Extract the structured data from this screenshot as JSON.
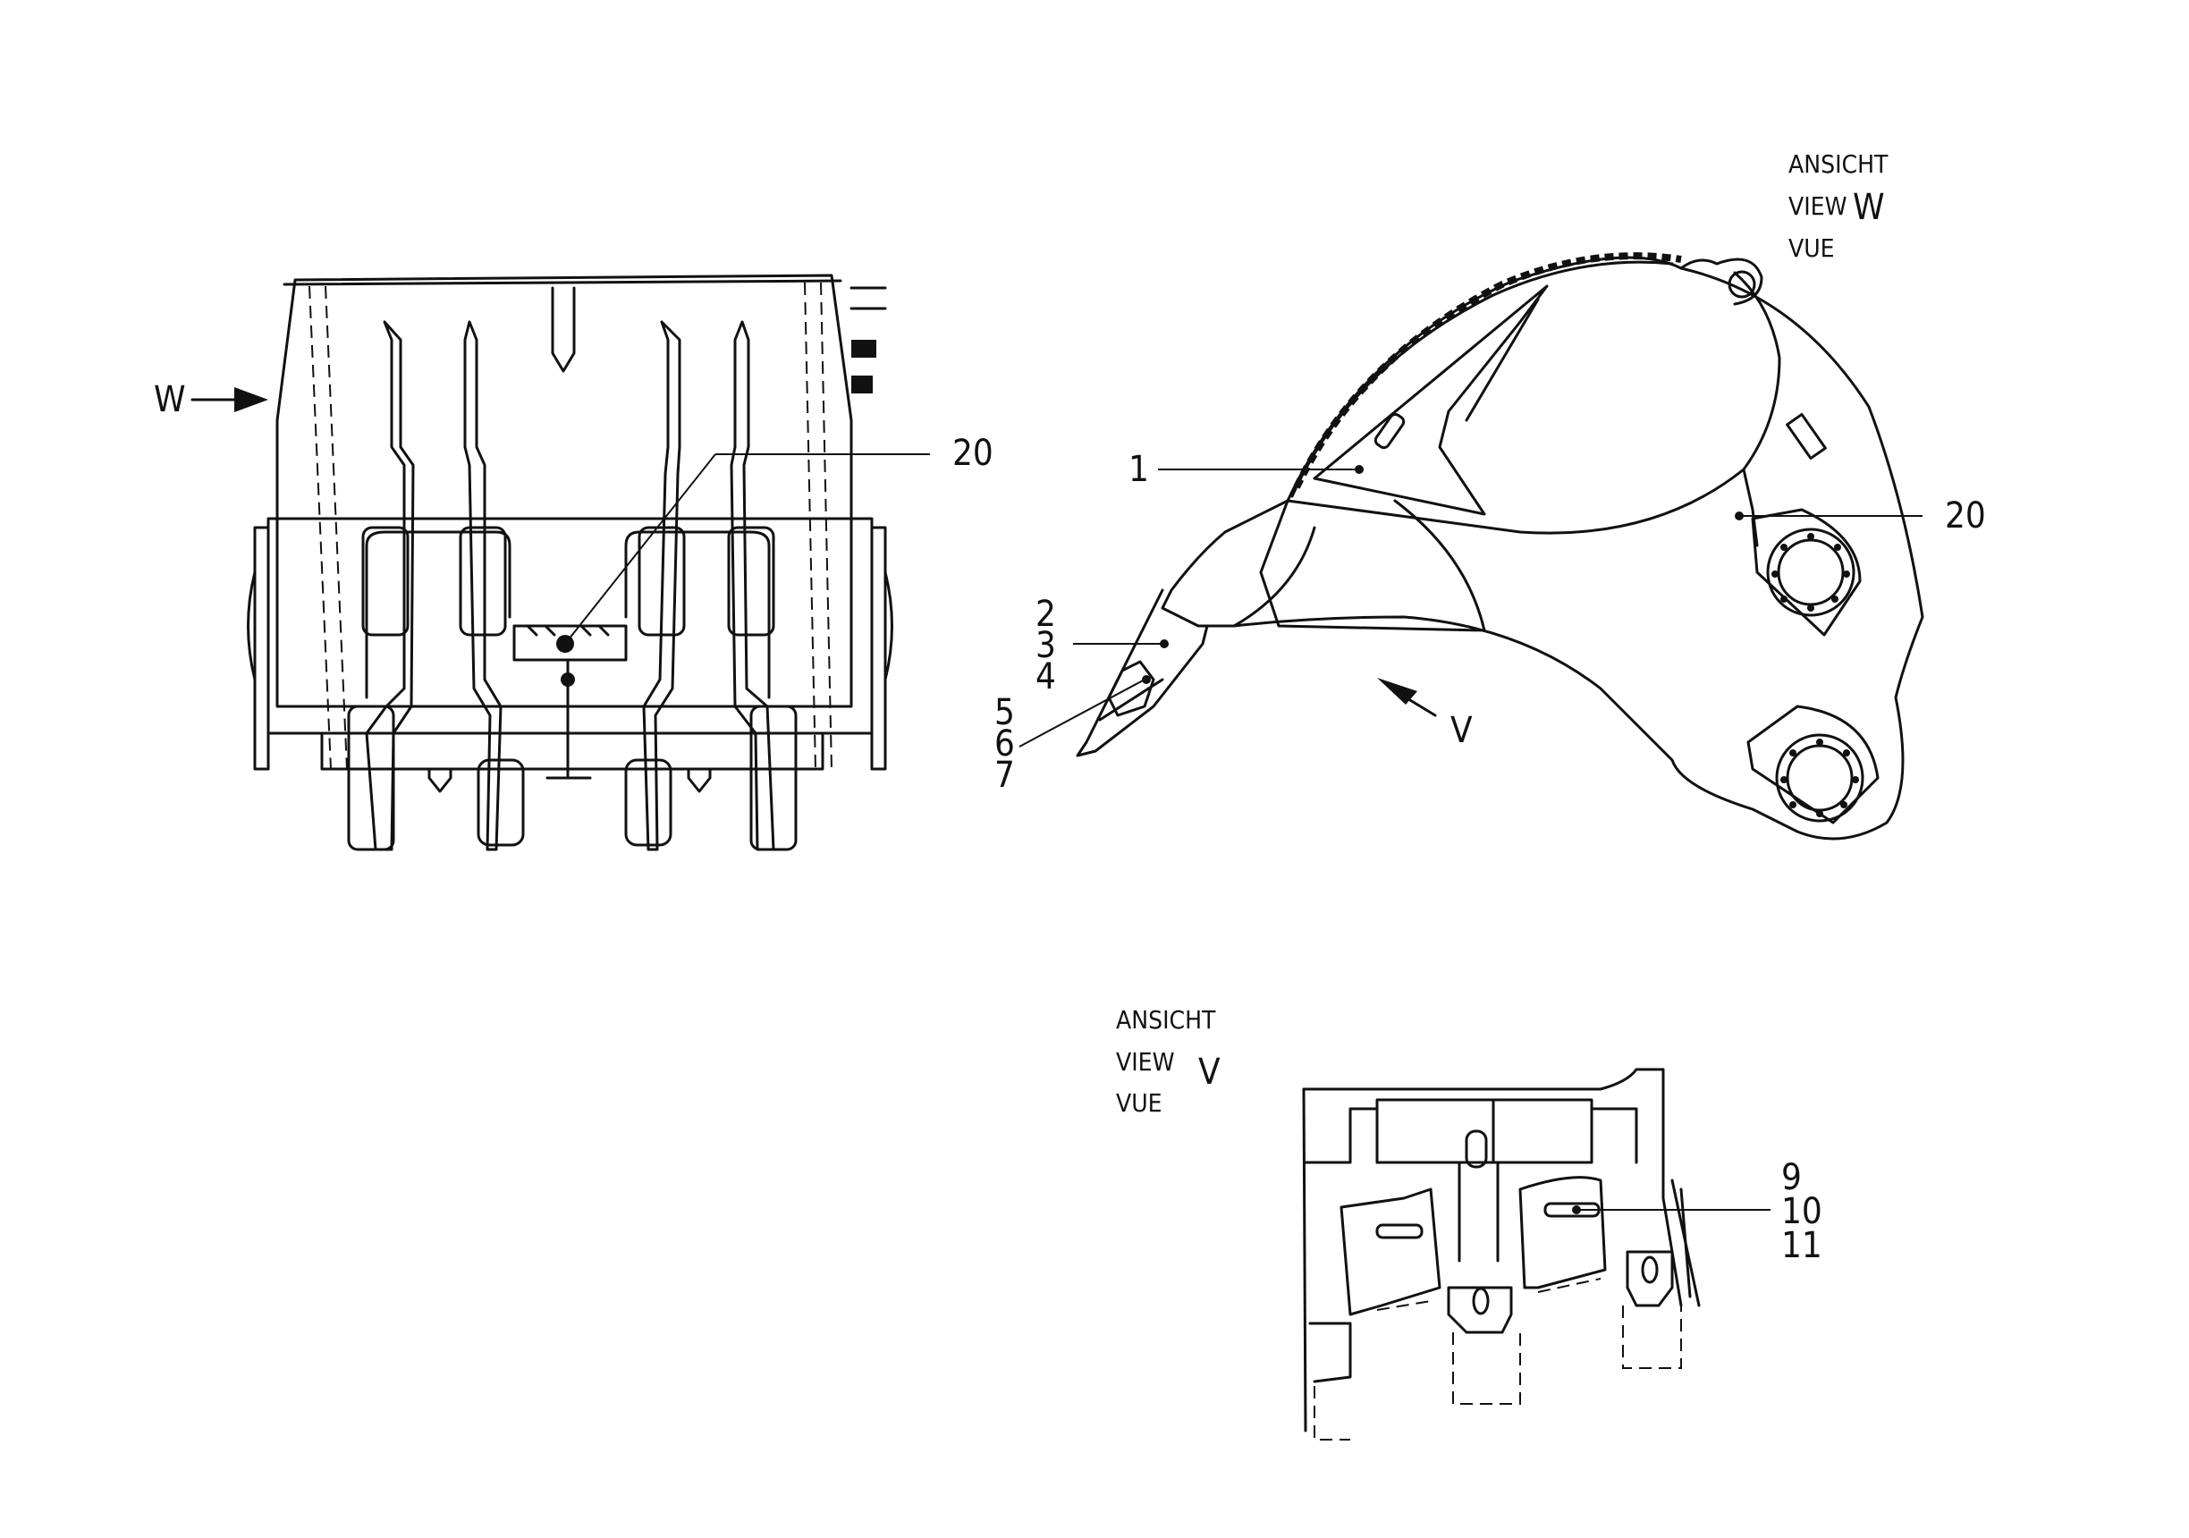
{
  "views": {
    "w": {
      "text_lines": [
        "ANSICHT",
        "VIEW",
        "VUE"
      ],
      "letter": "W",
      "arrow_letter": "W"
    },
    "v": {
      "text_lines": [
        "ANSICHT",
        "VIEW",
        "VUE"
      ],
      "letter": "V",
      "arrow_letter": "V"
    }
  },
  "front_view": {
    "callouts": [
      "20"
    ]
  },
  "side_view": {
    "callouts": [
      "1",
      "2",
      "3",
      "4",
      "5",
      "6",
      "7",
      "20"
    ]
  },
  "detail_v": {
    "callouts": [
      "9",
      "10",
      "11"
    ]
  }
}
